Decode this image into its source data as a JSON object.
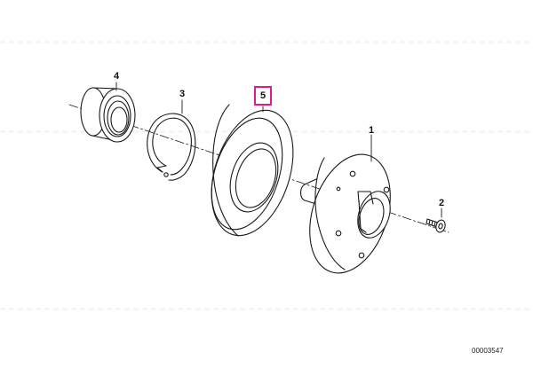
{
  "diagram": {
    "callouts": {
      "part_1": "1",
      "part_2": "2",
      "part_3": "3",
      "part_4": "4",
      "part_5": "5"
    },
    "selected_callout": "5",
    "highlight_color": "#e01a8a",
    "document_number": "00003547"
  }
}
